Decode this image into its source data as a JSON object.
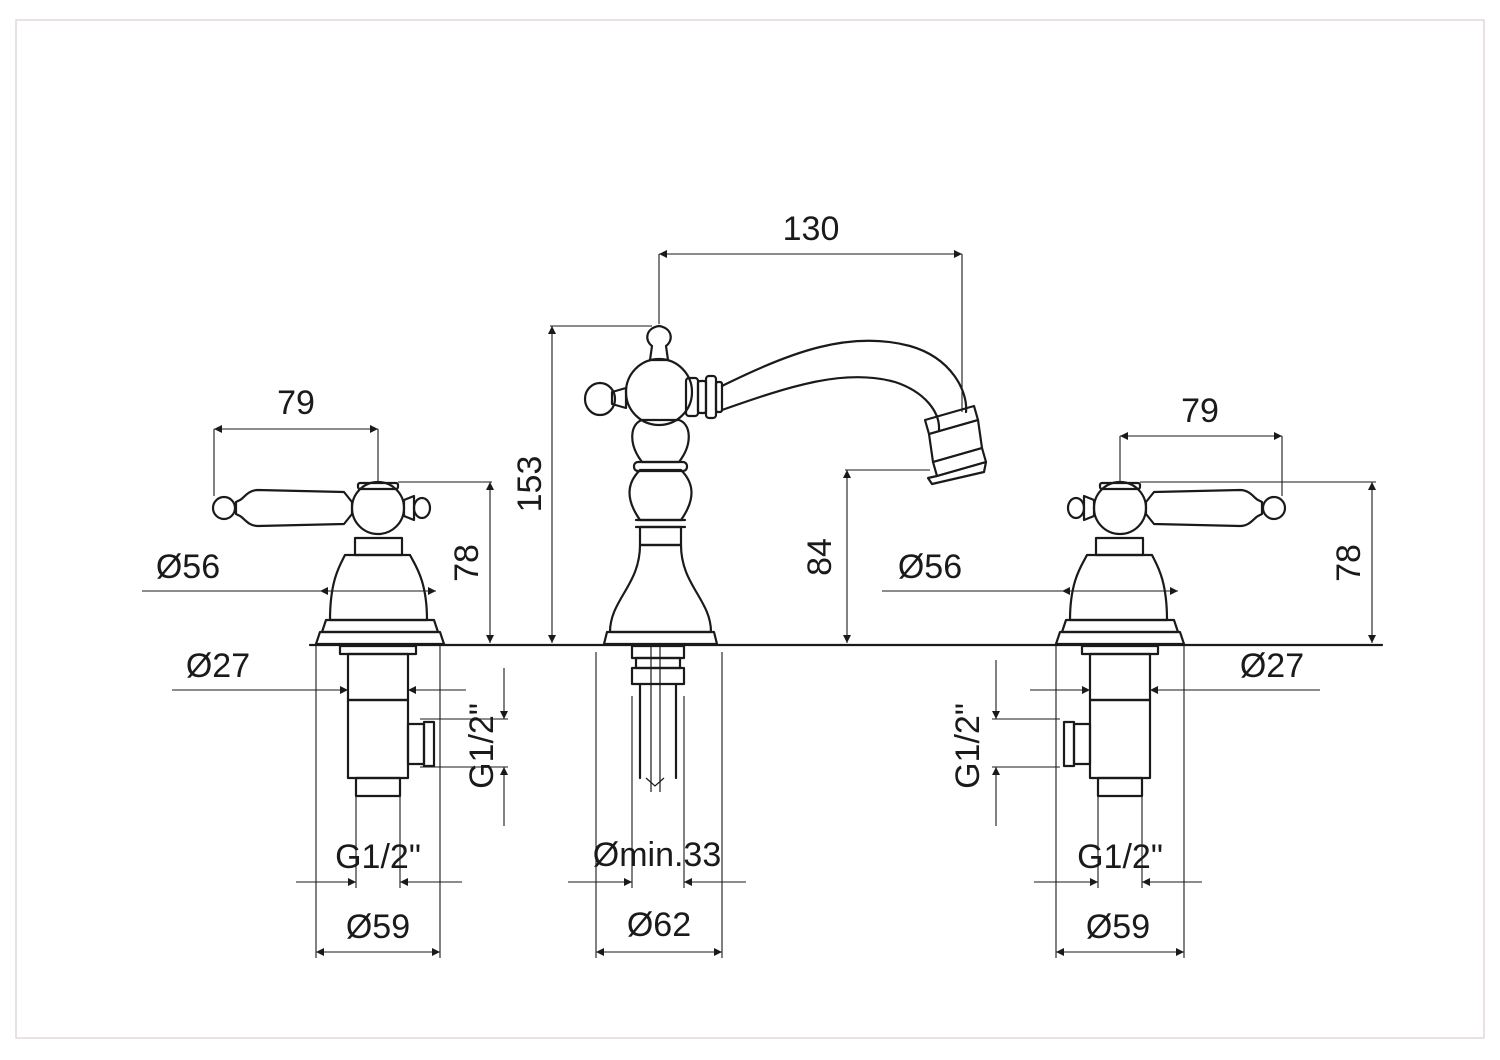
{
  "colors": {
    "ink": "#1a1a1a",
    "frame": "#e3d7dd",
    "paper": "#ffffff"
  },
  "dimensions": {
    "spout_reach": "130",
    "body_height": "153",
    "spout_height": "84",
    "left_handle_span": "79",
    "right_handle_span": "79",
    "left_handle_height": "78",
    "right_handle_height": "78",
    "left_flange_dia": "Ø56",
    "right_flange_dia": "Ø56",
    "left_shank_dia": "Ø27",
    "right_shank_dia": "Ø27",
    "left_outlet_thread": "G1/2\"",
    "right_outlet_thread": "G1/2\"",
    "left_inlet_thread": "G1/2\"",
    "right_inlet_thread": "G1/2\"",
    "left_base_dia": "Ø59",
    "right_base_dia": "Ø59",
    "min_hole_dia": "Ømin.33",
    "center_base_dia": "Ø62"
  }
}
